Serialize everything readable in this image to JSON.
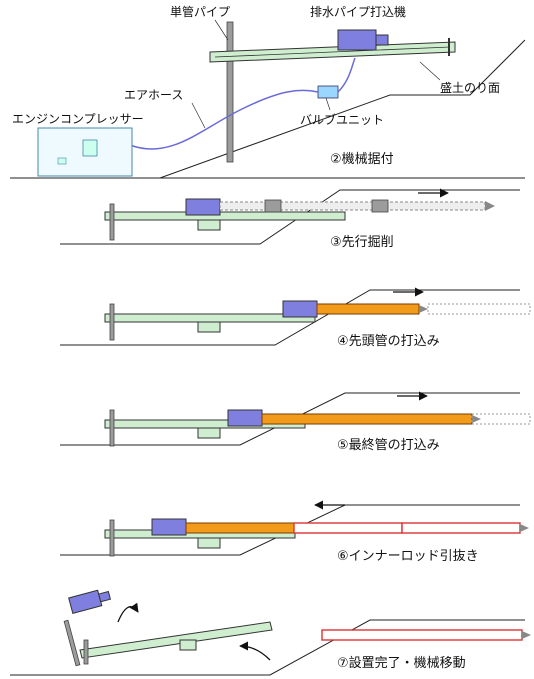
{
  "labels": {
    "single_pipe": "単管パイプ",
    "driver": "排水パイプ打込機",
    "slope": "盛土のり面",
    "air_hose": "エアホース",
    "compressor": "エンジンコンプレッサー",
    "valve_unit": "バルブユニット"
  },
  "steps": [
    "②機械据付",
    "③先行掘削",
    "④先頭管の打込み",
    "⑤最終管の打込み",
    "⑥インナーロッド引抜き",
    "⑦設置完了・機械移動"
  ]
}
